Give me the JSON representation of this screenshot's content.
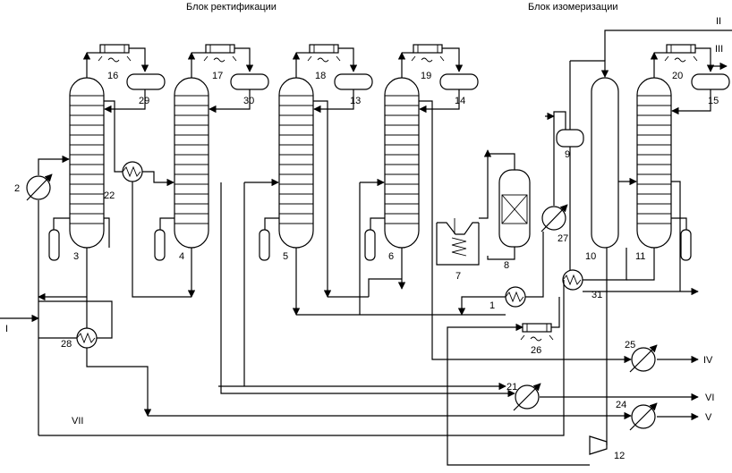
{
  "headers": {
    "rectification": "Блок ректификации",
    "isomerization": "Блок изомеризации"
  },
  "streams": {
    "I": "I",
    "II": "II",
    "III": "III",
    "IV": "IV",
    "V": "V",
    "VI": "VI",
    "VII": "VII"
  },
  "numbers": {
    "n1": "1",
    "n2": "2",
    "n3": "3",
    "n4": "4",
    "n5": "5",
    "n6": "6",
    "n7": "7",
    "n8": "8",
    "n9": "9",
    "n10": "10",
    "n11": "11",
    "n12": "12",
    "n13": "13",
    "n14": "14",
    "n15": "15",
    "n16": "16",
    "n17": "17",
    "n18": "18",
    "n19": "19",
    "n20": "20",
    "n21": "21",
    "n22": "22",
    "n24": "24",
    "n25": "25",
    "n26": "26",
    "n27": "27",
    "n28": "28",
    "n29": "29",
    "n30": "30",
    "n31": "31"
  }
}
